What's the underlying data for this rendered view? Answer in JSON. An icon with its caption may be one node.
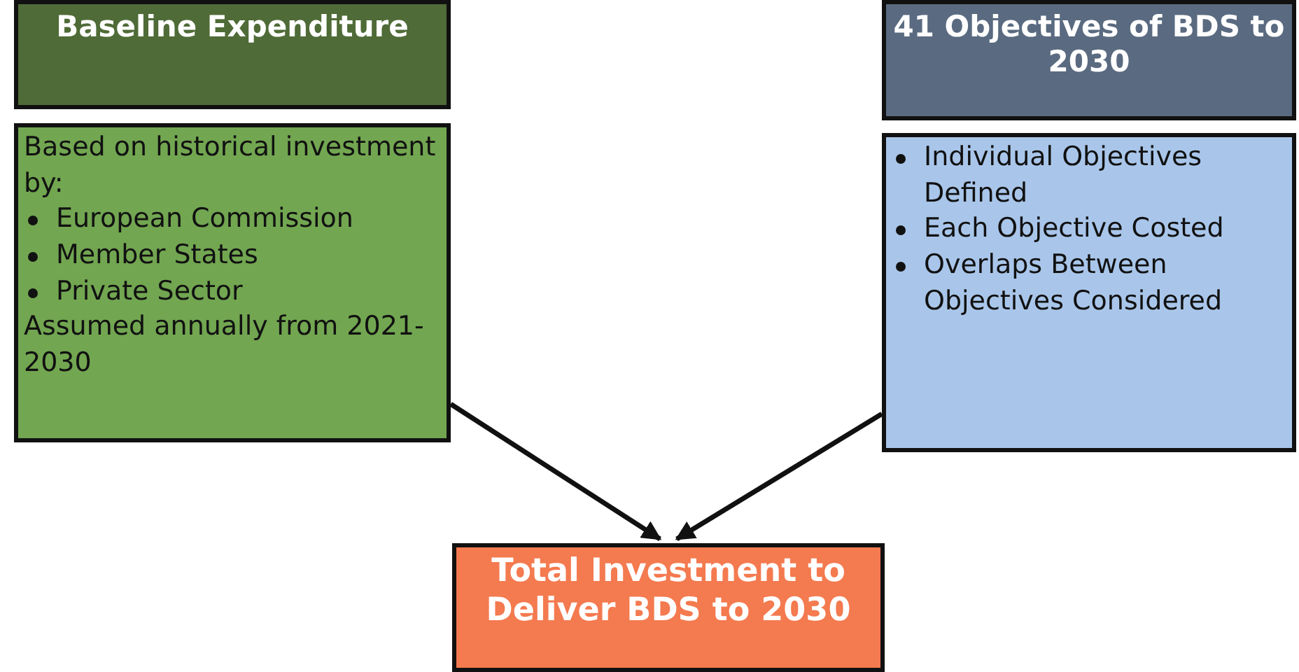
{
  "diagram": {
    "nodes": [
      {
        "text": [
          "Baseline Expenditure"
        ]
      },
      {
        "text": [
          "Based on historical investment by:",
          "European Commission",
          "Member States",
          "Private Sector",
          "Assumed annually from 2021-2030"
        ]
      },
      {
        "text": [
          "41 Objectives of BDS to 2030"
        ]
      },
      {
        "text": [
          "Individual Objectives Defined",
          "Each Objective Costed",
          "Overlaps Between Objectives Considered"
        ]
      },
      {
        "text": [
          "Total Investment to Deliver BDS to 2030"
        ]
      }
    ],
    "edges": [
      {
        "from": 1,
        "to": 4,
        "arrow": "to"
      },
      {
        "from": 3,
        "to": 4,
        "arrow": "to"
      }
    ]
  }
}
